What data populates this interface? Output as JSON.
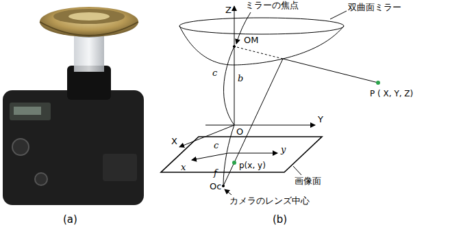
{
  "diagram": {
    "labels": [
      "ミラーの焦点",
      "Z",
      "双曲面ミラー",
      "OM",
      "c",
      "b",
      "Y",
      "O",
      "X",
      "x",
      "c",
      "y",
      "f",
      "p(x, y)",
      "画像面",
      "P ( X, Y, Z)",
      "Oc",
      "カメラのレンズ中心",
      "(a)",
      "(b)"
    ]
  }
}
